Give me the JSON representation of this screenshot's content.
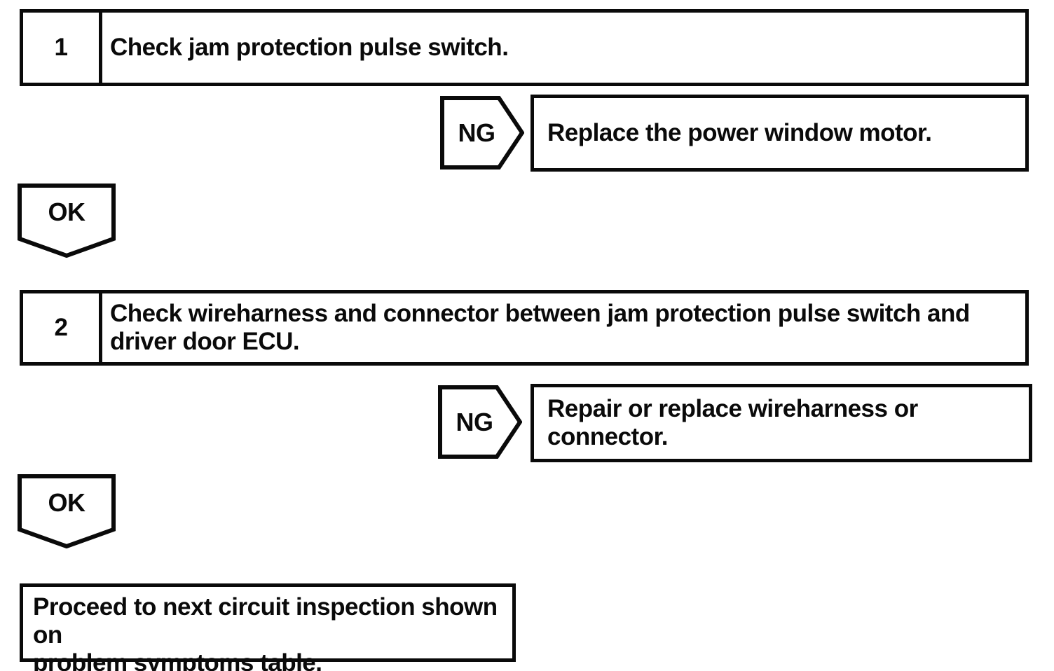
{
  "flow": {
    "steps": [
      {
        "number": "1",
        "instruction": "Check jam protection pulse switch.",
        "ng_label": "NG",
        "ng_action": "Replace the power window motor.",
        "ok_label": "OK"
      },
      {
        "number": "2",
        "instruction": "Check wireharness and connector between jam protection pulse switch and\ndriver door ECU.",
        "ng_label": "NG",
        "ng_action": "Repair or replace wireharness or connector.",
        "ok_label": "OK"
      }
    ],
    "final_instruction": "Proceed to next circuit inspection shown on\nproblem symptoms table."
  },
  "colors": {
    "ink": "#0a0a0a",
    "background": "#ffffff"
  }
}
